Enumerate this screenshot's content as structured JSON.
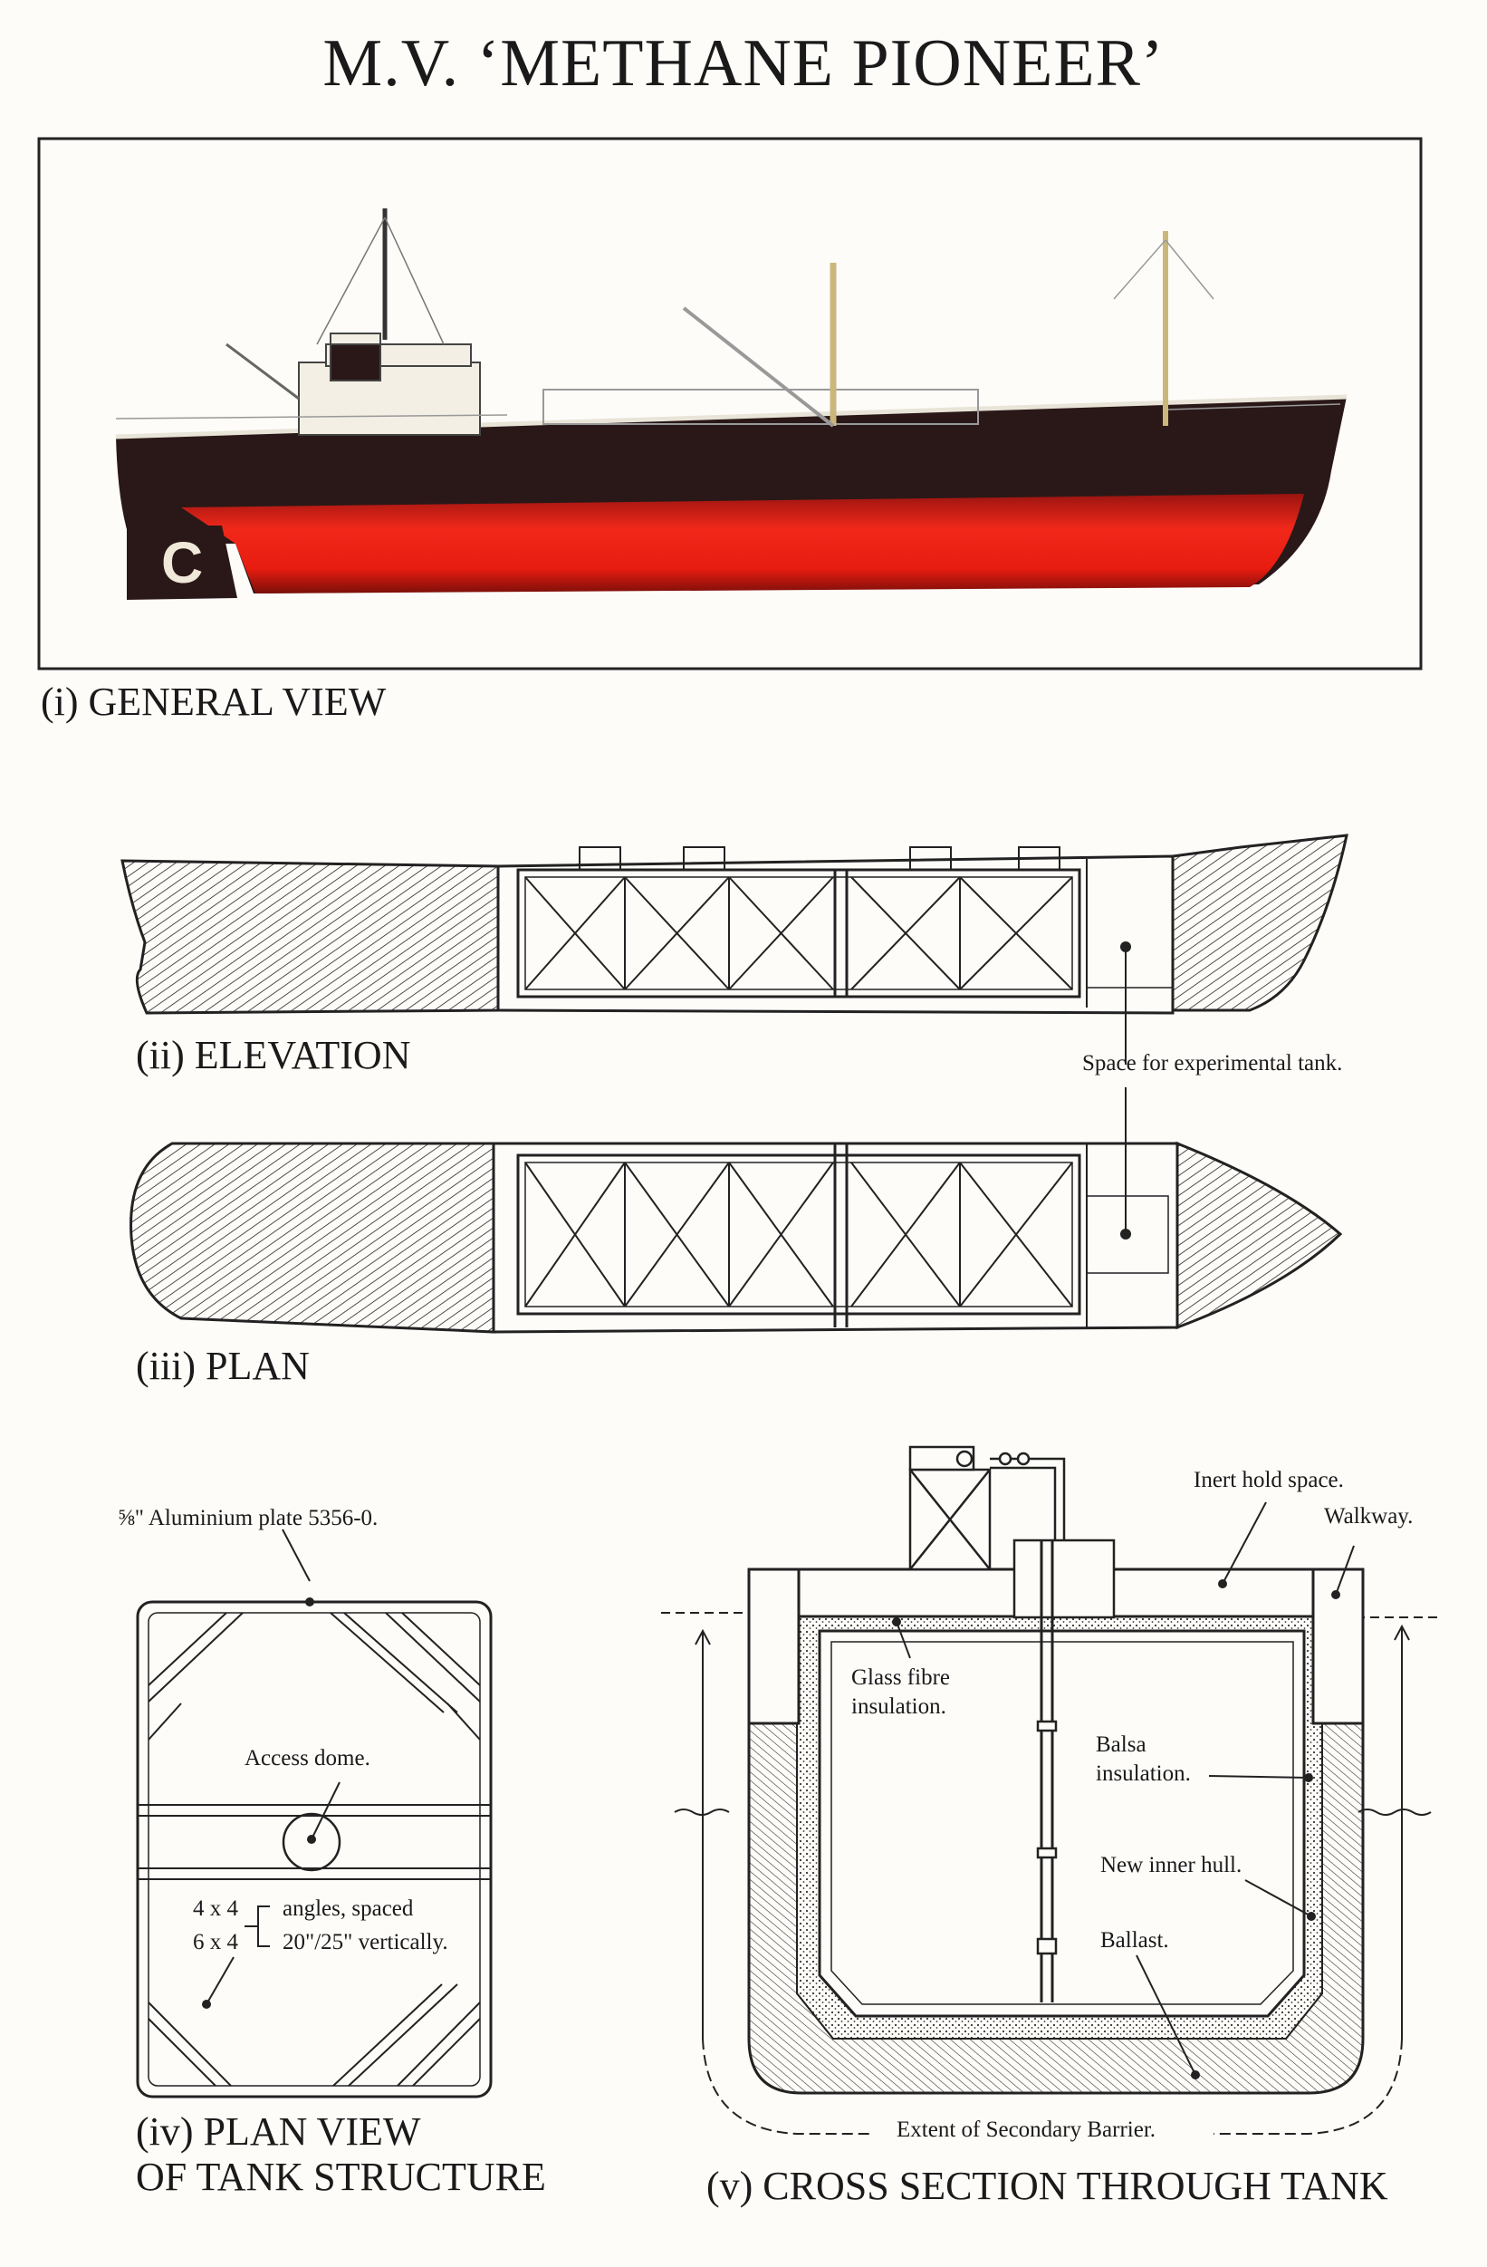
{
  "title": "M.V. ‘METHANE PIONEER’",
  "sections": {
    "general_view": {
      "caption": "(i) GENERAL VIEW",
      "funnel_letter": "C"
    },
    "elevation": {
      "caption": "(ii) ELEVATION",
      "label_space": "Space for experimental tank."
    },
    "plan": {
      "caption": "(iii) PLAN"
    },
    "plan_view": {
      "caption_line1": "(iv) PLAN VIEW",
      "caption_line2": "OF TANK STRUCTURE",
      "label_plate": "⅝\" Aluminium plate  5356-0.",
      "label_access_dome": "Access dome.",
      "label_angle_a": "4 x 4",
      "label_angle_b": "6 x 4",
      "label_angles_1": "angles, spaced",
      "label_angles_2": "20\"/25\" vertically."
    },
    "cross_section": {
      "caption": "(v) CROSS SECTION THROUGH TANK",
      "label_inert": "Inert hold space.",
      "label_walkway": "Walkway.",
      "label_glass_1": "Glass fibre",
      "label_glass_2": "insulation.",
      "label_balsa_1": "Balsa",
      "label_balsa_2": "insulation.",
      "label_inner_hull": "New inner hull.",
      "label_ballast": "Ballast.",
      "label_barrier": "Extent of Secondary Barrier."
    }
  },
  "colors": {
    "hull_black": "#2a1818",
    "hull_red": "#e81c10",
    "ink": "#1a1a1a",
    "paper": "#fdfcf9"
  }
}
